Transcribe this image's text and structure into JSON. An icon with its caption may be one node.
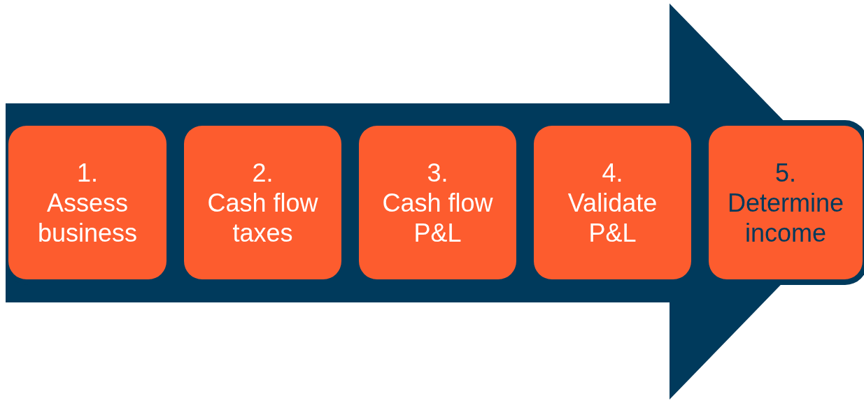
{
  "diagram": {
    "nodes": [
      {
        "text": [
          "1.",
          "Assess business"
        ]
      },
      {
        "text": [
          "2.",
          "Cash flow taxes"
        ]
      },
      {
        "text": [
          "3.",
          "Cash flow P&L"
        ]
      },
      {
        "text": [
          "4.",
          "Validate P&L"
        ]
      },
      {
        "text": [
          "5.",
          "Determine income"
        ]
      }
    ],
    "edges": [
      {
        "from": 0,
        "to": 4,
        "arrow": "to"
      }
    ]
  }
}
